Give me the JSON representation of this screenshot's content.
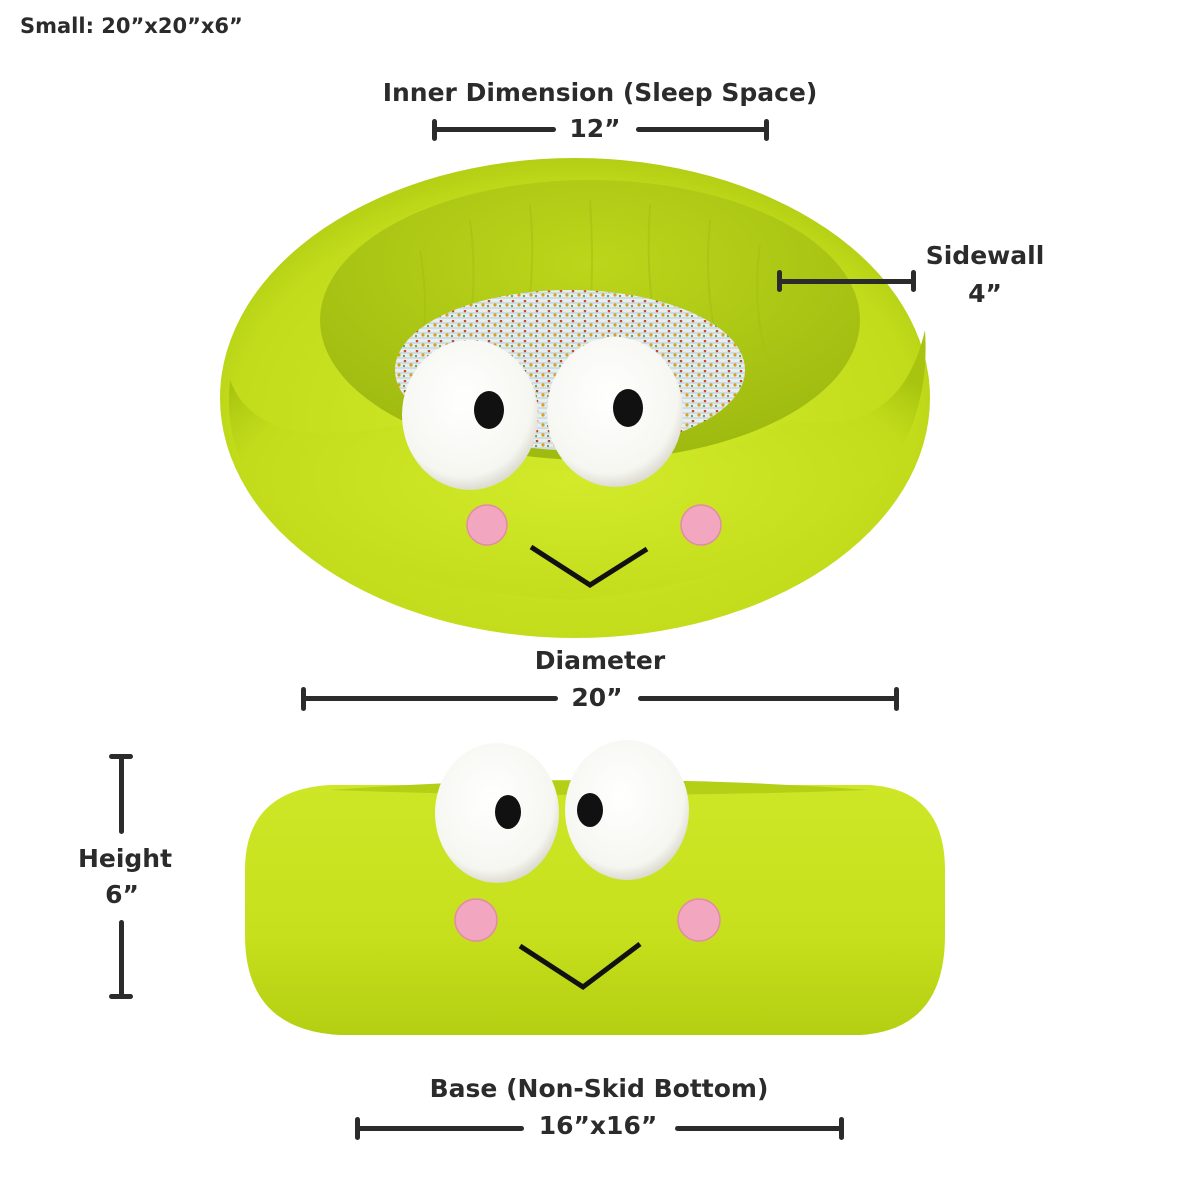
{
  "size_title": "Small: 20”x20”x6”",
  "dimensions": {
    "inner": {
      "label": "Inner Dimension (Sleep Space)",
      "value": "12”"
    },
    "sidewall": {
      "label": "Sidewall",
      "value": "4”"
    },
    "diameter": {
      "label": "Diameter",
      "value": "20”"
    },
    "height": {
      "label": "Height",
      "value": "6”"
    },
    "base": {
      "label": "Base (Non-Skid Bottom)",
      "value": "16”x16”"
    }
  },
  "colors": {
    "bed_green": "#c6e21f",
    "bed_shadow": "#a9c40f",
    "eye_white": "#fbfbf7",
    "pupil": "#111111",
    "cheek": "#f2a6c0",
    "text": "#2b2b2b"
  }
}
